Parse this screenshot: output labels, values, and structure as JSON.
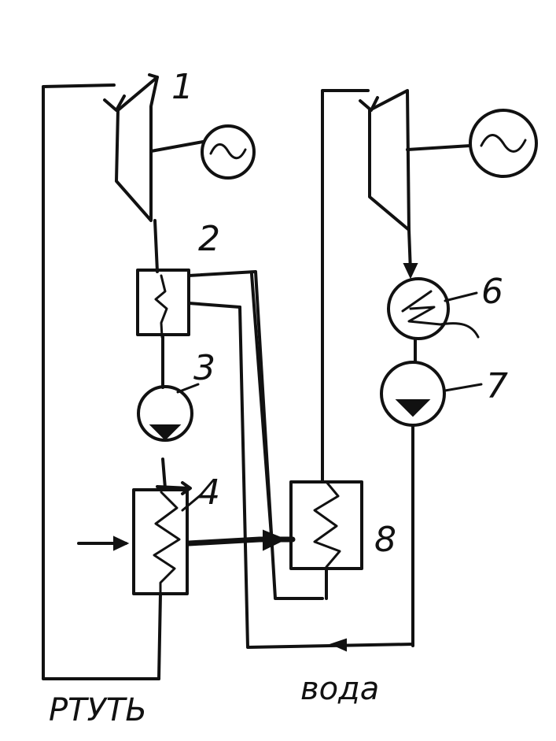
{
  "labels": {
    "n1": "1",
    "n2": "2",
    "n3": "3",
    "n4": "4",
    "n6": "6",
    "n7": "7",
    "n8": "8",
    "mercury": "РТУТЬ",
    "water": "вода"
  },
  "colors": {
    "ink": "#111111",
    "paper": "#ffffff"
  }
}
